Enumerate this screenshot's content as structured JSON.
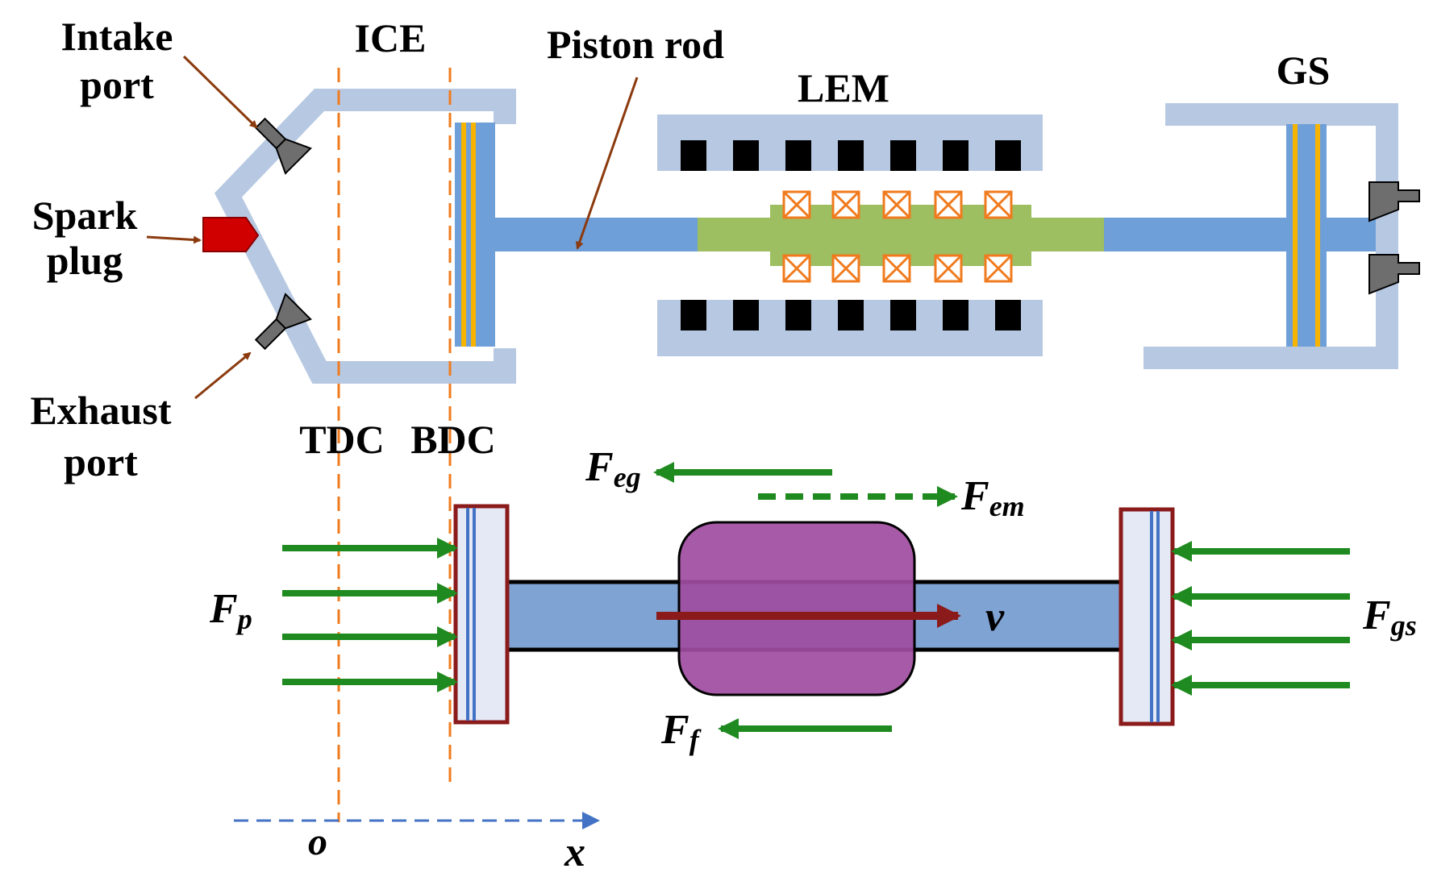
{
  "labels": {
    "intake_line1": "Intake",
    "intake_line2": "port",
    "ice": "ICE",
    "piston_rod": "Piston rod",
    "lem": "LEM",
    "gs": "GS",
    "spark_line1": "Spark",
    "spark_line2": "plug",
    "exhaust_line1": "Exhaust",
    "exhaust_line2": "port",
    "tdc": "TDC",
    "bdc": "BDC",
    "origin": "o",
    "x_axis": "x"
  },
  "forces": {
    "f_eg": {
      "main": "F",
      "sub": "eg"
    },
    "f_em": {
      "main": "F",
      "sub": "em"
    },
    "f_p": {
      "main": "F",
      "sub": "p"
    },
    "f_gs": {
      "main": "F",
      "sub": "gs"
    },
    "f_f": {
      "main": "F",
      "sub": "f"
    },
    "velocity": "v"
  },
  "colors": {
    "housing": "#b7c9e2",
    "rod": "#6f9fd8",
    "piston_ring": "#f6b400",
    "mover": "#9ebe62",
    "coil": "#f07b1e",
    "magnet": "#000000",
    "valve": "#6e6e6e",
    "spark": "#d00000",
    "leader": "#8b3a0e",
    "dashed_line": "#f07b1e",
    "force_arrow": "#1f8a1f",
    "velocity_arrow": "#8b1a1a",
    "axis": "#4472c4",
    "translator": "#a04ca0",
    "fbd_rod": "#7fa3d3",
    "fbd_piston_border": "#8b1a1a",
    "fbd_piston_fill": "#e4e9f5"
  },
  "icons": [
    "intake-valve-icon",
    "exhaust-valve-icon",
    "spark-plug-icon",
    "gas-spring-valve-icon"
  ]
}
